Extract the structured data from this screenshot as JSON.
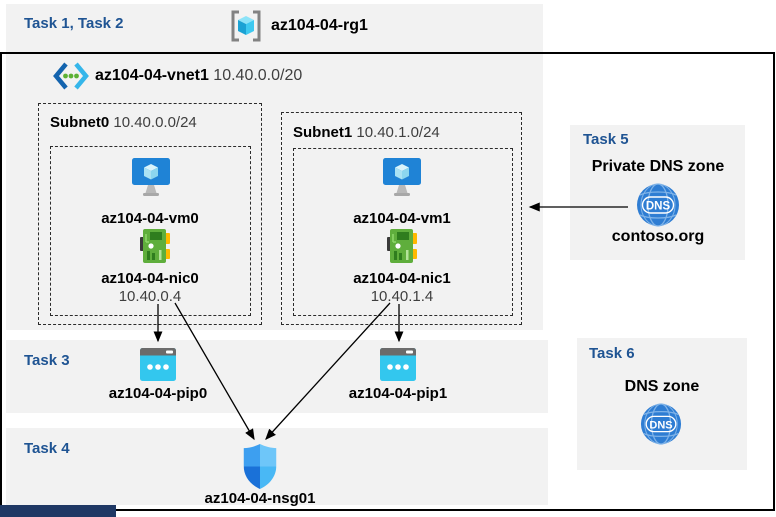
{
  "colors": {
    "band_gray": "#f2f2f2",
    "task_blue": "#1f5493",
    "navy_bar": "#1f3864",
    "border": "#000000",
    "vm_blue": "#1f83d6",
    "nic_green": "#5fae3c",
    "pip_cyan": "#33c7ee",
    "dns_blue": "#2e7dd3"
  },
  "header": {
    "task_label": "Task 1, Task 2",
    "resource_group": "az104-04-rg1"
  },
  "vnet": {
    "name": "az104-04-vnet1",
    "cidr": "10.40.0.0/20"
  },
  "subnets": [
    {
      "name": "Subnet0",
      "cidr": "10.40.0.0/24",
      "vm": "az104-04-vm0",
      "nic": "az104-04-nic0",
      "ip": "10.40.0.4"
    },
    {
      "name": "Subnet1",
      "cidr": "10.40.1.0/24",
      "vm": "az104-04-vm1",
      "nic": "az104-04-nic1",
      "ip": "10.40.1.4"
    }
  ],
  "task3": {
    "label": "Task 3",
    "pip0": "az104-04-pip0",
    "pip1": "az104-04-pip1"
  },
  "task4": {
    "label": "Task 4",
    "nsg": "az104-04-nsg01"
  },
  "task5": {
    "label": "Task 5",
    "title": "Private DNS zone",
    "zone": "contoso.org",
    "dns_text": "DNS"
  },
  "task6": {
    "label": "Task 6",
    "title": "DNS zone",
    "dns_text": "DNS"
  }
}
